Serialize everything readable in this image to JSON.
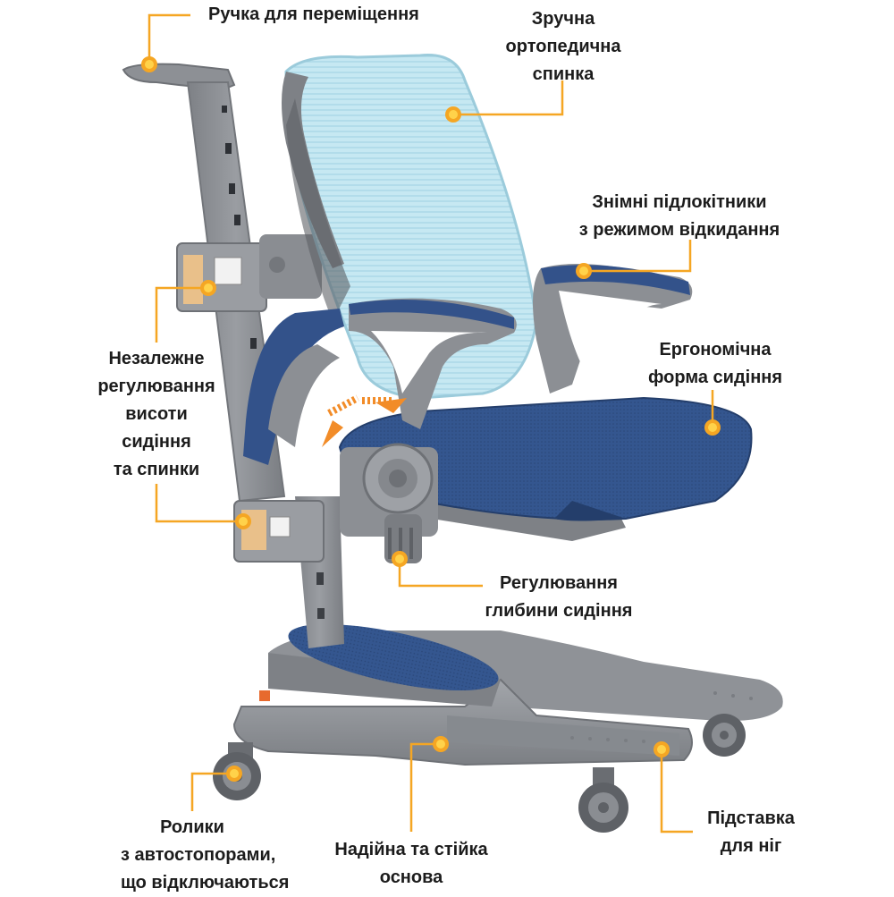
{
  "colors": {
    "accent": "#F5A623",
    "accent_light": "#FFD24A",
    "frame": "#8E9196",
    "frame_dark": "#6E7176",
    "mesh": "#BCE3EE",
    "seat_blue": "#2F4F86",
    "text": "#1C1C1C"
  },
  "callouts": [
    {
      "id": "handle",
      "lines": [
        "Ручка для переміщення"
      ]
    },
    {
      "id": "backrest",
      "lines": [
        "Зручна",
        "ортопедична",
        "спинка"
      ]
    },
    {
      "id": "armrests",
      "lines": [
        "Знімні підлокітники",
        "з режимом відкидання"
      ]
    },
    {
      "id": "seat_shape",
      "lines": [
        "Ергономічна",
        "форма сидіння"
      ]
    },
    {
      "id": "height_adjust",
      "lines": [
        "Незалежне",
        "регулювання",
        "висоти",
        "сидіння",
        "та спинки"
      ]
    },
    {
      "id": "depth_adjust",
      "lines": [
        "Регулювання",
        "глибини сидіння"
      ]
    },
    {
      "id": "casters",
      "lines": [
        "Ролики",
        "з автостопорами,",
        "що відключаються"
      ]
    },
    {
      "id": "base",
      "lines": [
        "Надійна та стійка",
        "основа"
      ]
    },
    {
      "id": "footrest",
      "lines": [
        "Підставка",
        "для ніг"
      ]
    }
  ],
  "icons": {
    "marker": "sun-marker-icon",
    "tilt_arrows": "tilt-arrows-icon"
  }
}
